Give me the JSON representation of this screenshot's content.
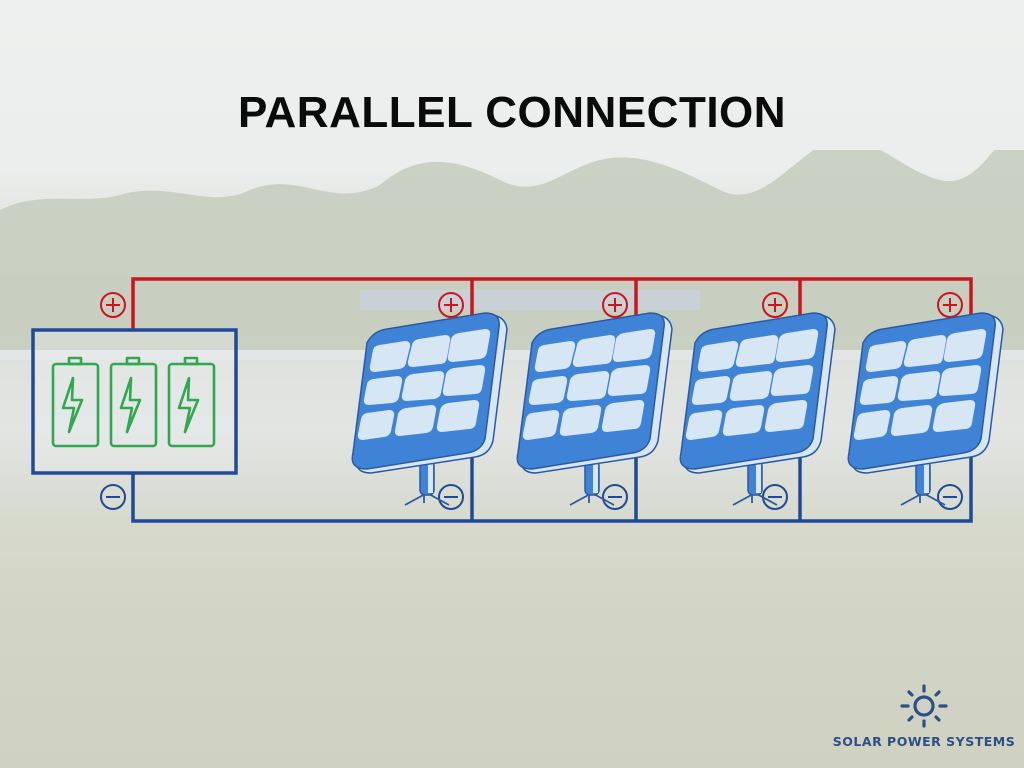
{
  "title": "PARALLEL CONNECTION",
  "colors": {
    "positive_wire": "#d0121e",
    "negative_wire": "#1f4a94",
    "battery_green": "#2fa84f",
    "panel_blue": "#3f83d6",
    "panel_cell": "#d6e6f5",
    "logo_blue": "#2c4f86"
  },
  "diagram": {
    "battery_bank": {
      "label": "battery-bank",
      "battery_count": 3
    },
    "panels": [
      {
        "id": 1,
        "positive_symbol": "+",
        "negative_symbol": "−"
      },
      {
        "id": 2,
        "positive_symbol": "+",
        "negative_symbol": "−"
      },
      {
        "id": 3,
        "positive_symbol": "+",
        "negative_symbol": "−"
      },
      {
        "id": 4,
        "positive_symbol": "+",
        "negative_symbol": "−"
      }
    ],
    "battery_terminals": {
      "positive_symbol": "+",
      "negative_symbol": "−"
    }
  },
  "logo": {
    "text": "SOLAR POWER SYSTEMS",
    "icon": "sun-icon"
  }
}
